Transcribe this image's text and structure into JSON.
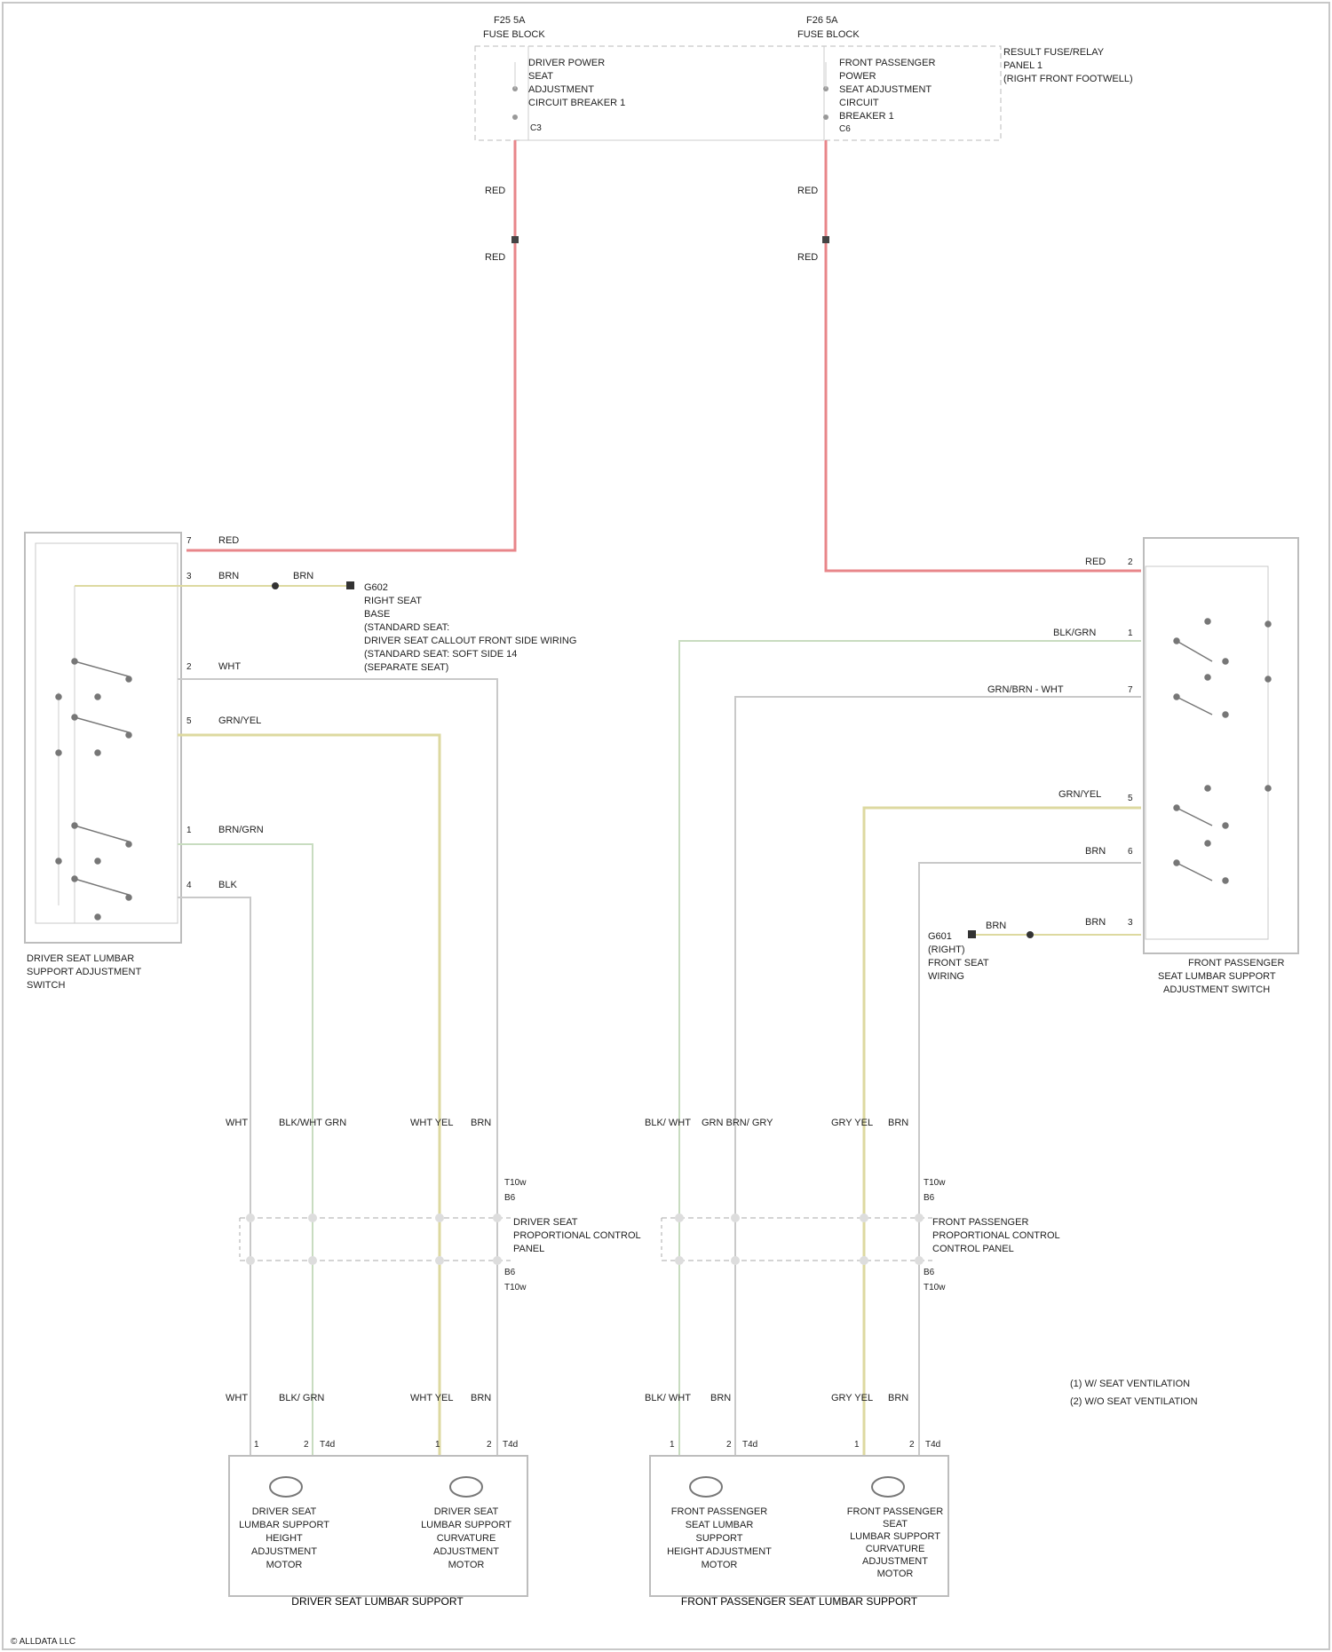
{
  "fuses": {
    "left": {
      "top_label": [
        "F25 5A",
        "FUSE BLOCK"
      ],
      "desc": [
        "DRIVER POWER",
        "SEAT",
        "ADJUSTMENT",
        "CIRCUIT BREAKER 1"
      ],
      "pin": "C3"
    },
    "right": {
      "top_label": [
        "F26 5A",
        "FUSE BLOCK"
      ],
      "desc": [
        "FRONT PASSENGER",
        "POWER",
        "SEAT ADJUSTMENT",
        "CIRCUIT",
        "BREAKER 1",
        "C6"
      ],
      "side": [
        "RESULT FUSE/RELAY",
        "PANEL 1",
        "(RIGHT FRONT FOOTWELL)"
      ],
      "pin": "C6"
    }
  },
  "red_wire_labels": {
    "left": [
      "RED",
      "RED"
    ],
    "right": [
      "RED",
      "RED"
    ]
  },
  "left_switch": {
    "caption": [
      "DRIVER SEAT LUMBAR",
      "SUPPORT ADJUSTMENT",
      "SWITCH"
    ],
    "pins": [
      "7",
      "3",
      "2",
      "5",
      "1",
      "4"
    ],
    "wires": [
      "RED",
      "BRN",
      "WHT",
      "GRN/YEL",
      "BRN/GRN",
      "BLK"
    ],
    "ground_wire": "BRN",
    "ground_text": [
      "G602",
      "RIGHT SEAT",
      "BASE",
      "(STANDARD SEAT:",
      "DRIVER SEAT CALLOUT FRONT SIDE WIRING",
      "(STANDARD SEAT: SOFT SIDE 14",
      "(SEPARATE SEAT)"
    ]
  },
  "right_switch": {
    "caption": [
      "FRONT PASSENGER",
      "SEAT LUMBAR SUPPORT",
      "ADJUSTMENT SWITCH"
    ],
    "pins": [
      "2",
      "1",
      "7",
      "5",
      "6",
      "3"
    ],
    "wires": [
      "RED",
      "BLK/GRN",
      "GRN/BRN - WHT",
      "GRN/YEL",
      "BRN",
      "BRN"
    ],
    "ground_text": [
      "G601",
      "(RIGHT)",
      "FRONT SEAT",
      "WIRING"
    ]
  },
  "connector_left": {
    "labels_top": [
      "WHT",
      "BLK/WHT GRN",
      "WHT YEL",
      "BRN"
    ],
    "labels_bottom": [
      "WHT",
      "BLK/ GRN",
      "WHT YEL",
      "BRN"
    ],
    "text": [
      "DRIVER SEAT",
      "PROPORTIONAL CONTROL",
      "PANEL"
    ],
    "codes": [
      "T10w",
      "B6",
      "B6",
      "T10w"
    ]
  },
  "connector_right": {
    "labels_top": [
      "BLK/ WHT",
      "GRN BRN/ GRY",
      "GRY YEL",
      "BRN"
    ],
    "labels_bottom": [
      "BLK/ WHT",
      "BRN",
      "GRY YEL",
      "BRN"
    ],
    "text": [
      "FRONT PASSENGER",
      "PROPORTIONAL CONTROL",
      "CONTROL PANEL"
    ],
    "codes": [
      "T10w",
      "B6",
      "B6",
      "T10w"
    ]
  },
  "legend": [
    "(1) W/ SEAT VENTILATION",
    "(2) W/O SEAT VENTILATION"
  ],
  "motors_left": {
    "caption": "DRIVER SEAT LUMBAR SUPPORT",
    "m1": [
      "DRIVER SEAT",
      "LUMBAR SUPPORT",
      "HEIGHT",
      "ADJUSTMENT",
      "MOTOR"
    ],
    "m2": [
      "DRIVER SEAT",
      "LUMBAR SUPPORT",
      "CURVATURE",
      "ADJUSTMENT",
      "MOTOR"
    ],
    "pins": [
      "1",
      "2",
      "1",
      "2"
    ],
    "codes": [
      "T4d",
      "T4d"
    ]
  },
  "motors_right": {
    "caption": "FRONT PASSENGER SEAT LUMBAR SUPPORT",
    "m1": [
      "FRONT PASSENGER",
      "SEAT LUMBAR",
      "SUPPORT",
      "HEIGHT ADJUSTMENT",
      "MOTOR"
    ],
    "m2": [
      "FRONT PASSENGER",
      "SEAT",
      "LUMBAR SUPPORT",
      "CURVATURE",
      "ADJUSTMENT",
      "MOTOR"
    ],
    "pins": [
      "1",
      "2",
      "1",
      "2"
    ],
    "codes": [
      "T4d",
      "T4d"
    ]
  },
  "footer": "© ALLDATA LLC",
  "colors": {
    "red_wire": "#e8868a",
    "yellow_wire": "#ddd9a0",
    "green_wire": "#c8dcc0",
    "thin_wire": "#c9c9c9",
    "box": "#bdbdbd"
  }
}
